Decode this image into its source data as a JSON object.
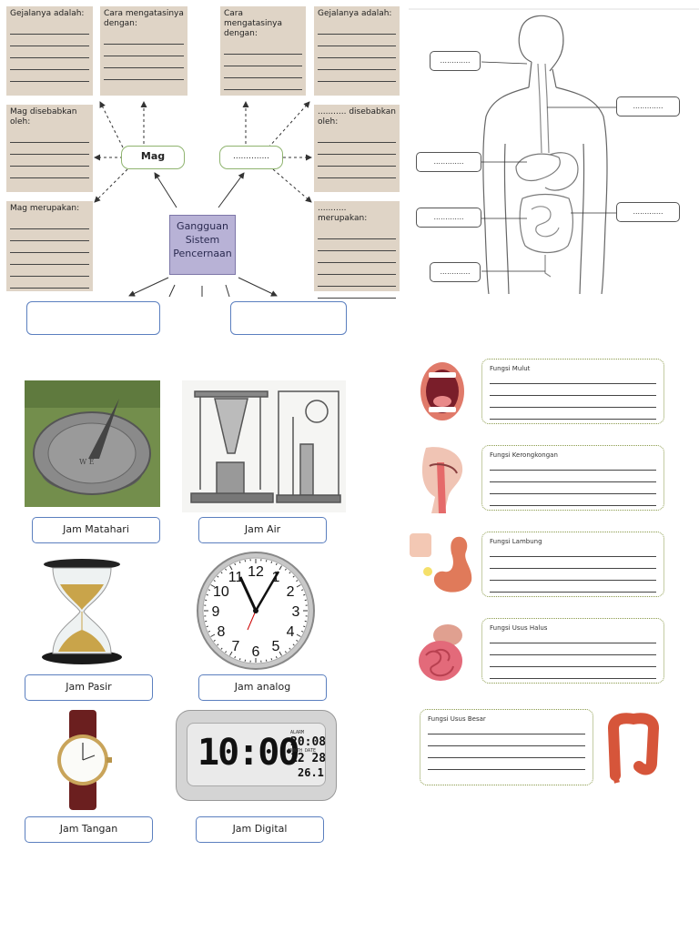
{
  "mindmap": {
    "left_boxes": {
      "symptoms": "Gejalanya adalah:",
      "treatment": "Cara mengatasinya dengan:",
      "cause": "Mag disebabkan oleh:",
      "definition": "Mag merupakan:"
    },
    "right_boxes": {
      "treatment": "Cara mengatasinya dengan:",
      "symptoms": "Gejalanya adalah:",
      "cause": "........... disebabkan oleh:",
      "definition": "........... merupakan:"
    },
    "left_bubble": "Mag",
    "right_bubble": "..............",
    "center": [
      "Gangguan",
      "Sistem",
      "Pencernaan"
    ]
  },
  "digestive_labels": {
    "l1": ".............",
    "l2": ".............",
    "l3": ".............",
    "r1": ".............",
    "r2": "............."
  },
  "clocks": [
    {
      "label": "Jam Matahari"
    },
    {
      "label": "Jam Air"
    },
    {
      "label": "Jam Pasir"
    },
    {
      "label": "Jam analog"
    },
    {
      "label": "Jam Tangan"
    },
    {
      "label": "Jam Digital"
    }
  ],
  "digital_clock": {
    "time": "10:00",
    "side_time": "20:08",
    "date": "12 28",
    "temp": "26.1",
    "labels": {
      "alarm": "ALARM",
      "month": "MONTH",
      "date": "DATE"
    }
  },
  "analog_clock": {
    "numbers": [
      "12",
      "1",
      "2",
      "3",
      "4",
      "5",
      "6",
      "7",
      "8",
      "9",
      "10",
      "11"
    ]
  },
  "functions": {
    "mouth": "Fungsi Mulut",
    "esophagus": "Fungsi Kerongkongan",
    "stomach": "Fungsi Lambung",
    "small_intestine": "Fungsi Usus Halus",
    "large_intestine": "Fungsi Usus Besar"
  },
  "colors": {
    "tan": "#dfd4c6",
    "lavender": "#b8b2d6",
    "blue_border": "#5b7fbf",
    "green_border": "#8fb46f",
    "dotted_border": "#8a9a4a"
  }
}
